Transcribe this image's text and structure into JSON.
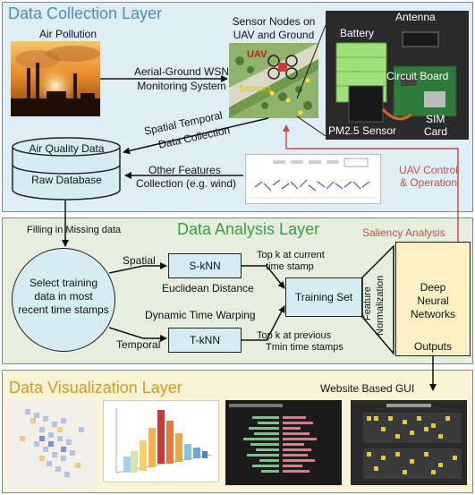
{
  "layers": {
    "collection": "Data Collection Layer",
    "analysis": "Data Analysis Layer",
    "visualization": "Data Visualization Layer"
  },
  "collection": {
    "air_pollution": "Air Pollution",
    "wsn_line1": "Aerial-Ground WSN",
    "wsn_line2": "Monitoring System",
    "sensor_nodes_line1": "Sensor Nodes on",
    "sensor_nodes_line2": "UAV and Ground",
    "uav_label": "UAV",
    "sensors_label": "Sensors",
    "battery": "Battery",
    "antenna": "Antenna",
    "circuit_board": "Circuit Board",
    "pm25": "PM2.5 Sensor",
    "sim_line1": "SIM",
    "sim_line2": "Card",
    "spatial_line1": "Spatial Temporal",
    "spatial_line2": "Data Collection",
    "aq_data": "Air Quality Data",
    "raw_db": "Raw Database",
    "other_line1": "Other Features",
    "other_line2": "Collection (e.g. wind)",
    "uav_control_line1": "UAV Control",
    "uav_control_line2": "& Operation"
  },
  "analysis": {
    "filling": "Filling in Missing data",
    "select_line1": "Select training",
    "select_line2": "data in most",
    "select_line3": "recent time stamps",
    "spatial": "Spatial",
    "temporal": "Temporal",
    "sknn": "S-kNN",
    "tknn": "T-kNN",
    "euclidean": "Euclidean Distance",
    "dtw": "Dynamic Time Warping",
    "topk_cur_line1": "Top k at current",
    "topk_cur_line2": "time stamp",
    "topk_prev_line1": "Top k at previous",
    "topk_prev_line2": "Tmin time stamps",
    "training_set": "Training Set",
    "feature": "Feature",
    "normalization": "Normalization",
    "dnn_line1": "Deep",
    "dnn_line2": "Neural",
    "dnn_line3": "Networks",
    "outputs": "Outputs",
    "saliency": "Saliency Analysis"
  },
  "visualization": {
    "website_gui": "Website Based GUI"
  },
  "colors": {
    "collection_bg": "#dfeef5",
    "analysis_bg": "#e6efdd",
    "visualization_bg": "#fbf3d7",
    "layer_title": "#4a8fb8",
    "analysis_title": "#3f9a4c",
    "visual_title": "#d49a1e",
    "box_fill": "#d6ecf3",
    "dnn_fill": "#fdf0c4",
    "red_arrow": "#c0504d"
  }
}
